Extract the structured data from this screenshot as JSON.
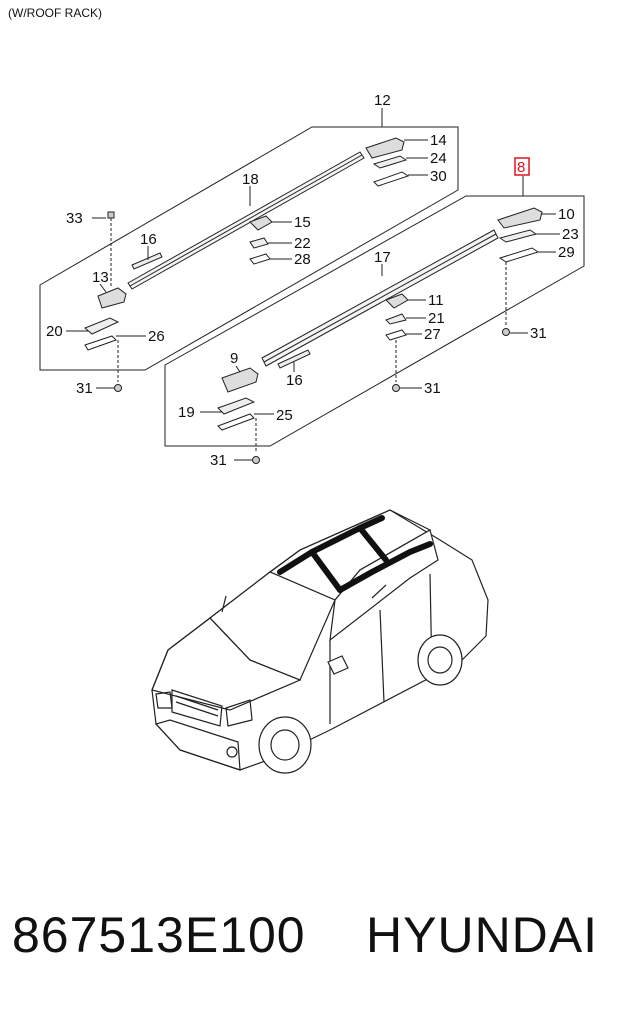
{
  "header": {
    "title": "(W/ROOF RACK)"
  },
  "callouts": {
    "c12": "12",
    "c14": "14",
    "c24": "24",
    "c30": "30",
    "c18": "18",
    "c33": "33",
    "c16a": "16",
    "c15": "15",
    "c22": "22",
    "c28": "28",
    "c13": "13",
    "c20": "20",
    "c26": "26",
    "c31a": "31",
    "c8": "8",
    "c10": "10",
    "c23": "23",
    "c29": "29",
    "c17": "17",
    "c11": "11",
    "c21": "21",
    "c27": "27",
    "c31b": "31",
    "c9": "9",
    "c16b": "16",
    "c31c": "31",
    "c19": "19",
    "c25": "25",
    "c31d": "31"
  },
  "highlight_color": "#e0141e",
  "footer": {
    "part_number": "867513E100",
    "brand": "HYUNDAI"
  }
}
